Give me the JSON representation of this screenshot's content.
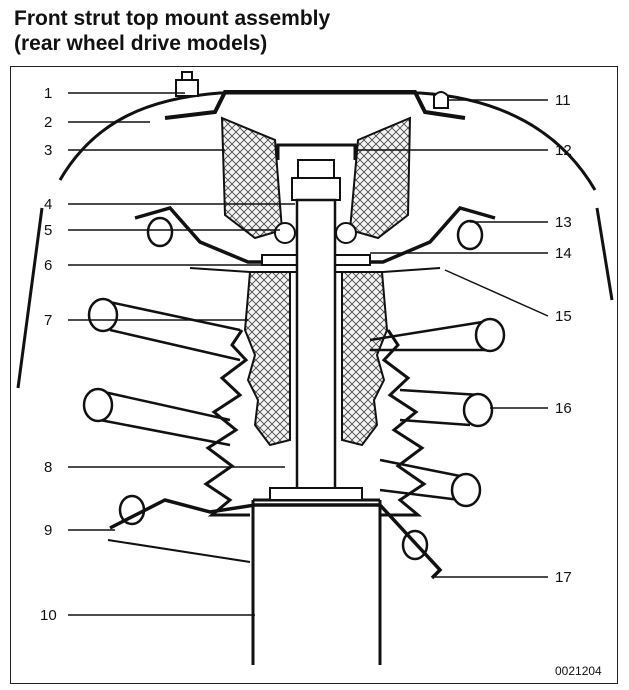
{
  "title_line1": "Front strut top mount assembly",
  "title_line2": "(rear wheel drive models)",
  "callouts": [
    "1",
    "2",
    "3",
    "4",
    "5",
    "6",
    "7",
    "8",
    "9",
    "10",
    "11",
    "12",
    "13",
    "14",
    "15",
    "16",
    "17"
  ],
  "figure_code": "0021204"
}
